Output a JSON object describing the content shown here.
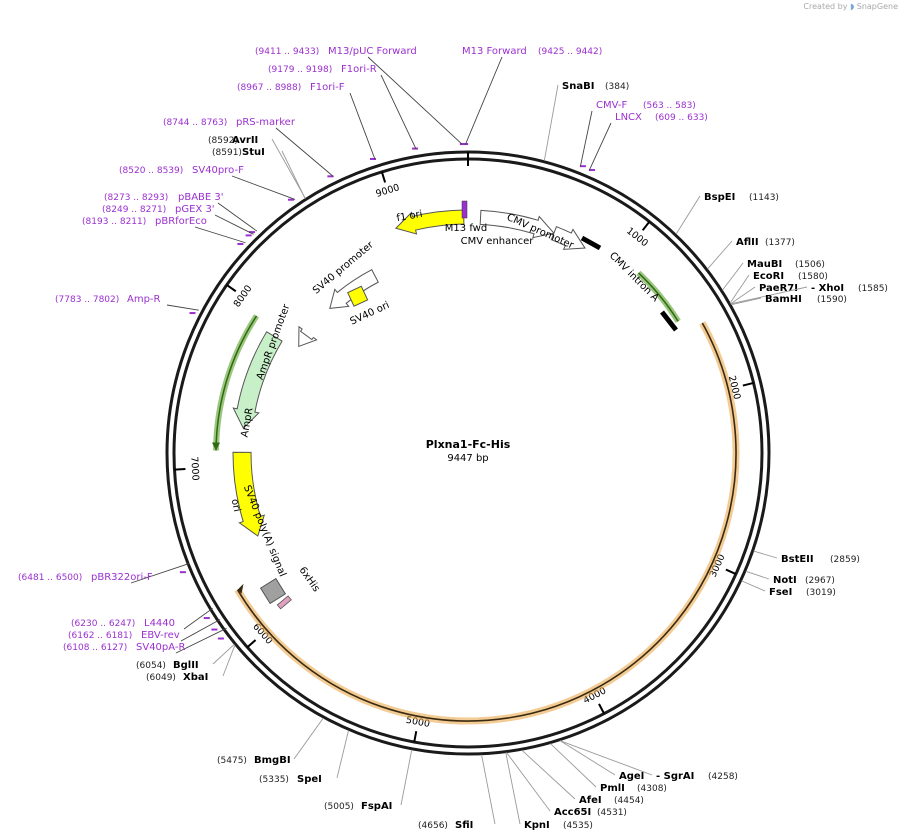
{
  "credit": {
    "prefix": "Created by",
    "brand": "SnapGene"
  },
  "plasmid": {
    "name": "Plxna1-Fc-His",
    "length_label": "9447 bp",
    "length": 9447
  },
  "colors": {
    "primer": "#9b30d0",
    "site": "#000000",
    "amp": "#c8f0c8",
    "amp_stroke": "#5aa02c",
    "ori": "#ffff00",
    "insert": "#e9a03c",
    "cmv_promoter": "#ffffff",
    "polyA": "#a0a0a0",
    "his": "#e0a0c0"
  },
  "ticks": [
    "1000",
    "2000",
    "3000",
    "4000",
    "5000",
    "6000",
    "7000",
    "8000",
    "9000"
  ],
  "sites": [
    {
      "name": "SnaBI",
      "pos": "(384)"
    },
    {
      "name": "BspEI",
      "pos": "(1143)"
    },
    {
      "name": "AflII",
      "pos": "(1377)"
    },
    {
      "name": "MauBI",
      "pos": "(1506)"
    },
    {
      "name": "EcoRI",
      "pos": "(1580)"
    },
    {
      "name": "PaeR7I",
      "pos": ""
    },
    {
      "name": "- XhoI",
      "pos": "(1585)"
    },
    {
      "name": "BamHI",
      "pos": "(1590)"
    },
    {
      "name": "BstEII",
      "pos": "(2859)"
    },
    {
      "name": "NotI",
      "pos": "(2967)"
    },
    {
      "name": "FseI",
      "pos": "(3019)"
    },
    {
      "name": "AgeI",
      "pos": ""
    },
    {
      "name": "- SgrAI",
      "pos": "(4258)"
    },
    {
      "name": "PmlI",
      "pos": "(4308)"
    },
    {
      "name": "AfeI",
      "pos": "(4454)"
    },
    {
      "name": "Acc65I",
      "pos": "(4531)"
    },
    {
      "name": "KpnI",
      "pos": "(4535)"
    },
    {
      "name": "SfiI",
      "pos": "(4656)"
    },
    {
      "name": "FspAI",
      "pos": "(5005)"
    },
    {
      "name": "SpeI",
      "pos": "(5335)"
    },
    {
      "name": "BmgBI",
      "pos": "(5475)"
    },
    {
      "name": "BglII",
      "pos": "(6054)"
    },
    {
      "name": "XbaI",
      "pos": "(6049)"
    },
    {
      "name": "AvrII",
      "pos": "(8592)"
    },
    {
      "name": "StuI",
      "pos": "(8591)"
    }
  ],
  "primers": [
    {
      "name": "M13/pUC Forward",
      "range": "(9411 .. 9433)"
    },
    {
      "name": "M13 Forward",
      "range": "(9425 .. 9442)"
    },
    {
      "name": "F1ori-R",
      "range": "(9179 .. 9198)"
    },
    {
      "name": "F1ori-F",
      "range": "(8967 .. 8988)"
    },
    {
      "name": "pRS-marker",
      "range": "(8744 .. 8763)"
    },
    {
      "name": "SV40pro-F",
      "range": "(8520 .. 8539)"
    },
    {
      "name": "pBABE 3'",
      "range": "(8273 .. 8293)"
    },
    {
      "name": "pGEX 3'",
      "range": "(8249 .. 8271)"
    },
    {
      "name": "pBRforEco",
      "range": "(8193 .. 8211)"
    },
    {
      "name": "Amp-R",
      "range": "(7783 .. 7802)"
    },
    {
      "name": "pBR322ori-F",
      "range": "(6481 .. 6500)"
    },
    {
      "name": "L4440",
      "range": "(6230 .. 6247)"
    },
    {
      "name": "EBV-rev",
      "range": "(6162 .. 6181)"
    },
    {
      "name": "SV40pA-R",
      "range": "(6108 .. 6127)"
    },
    {
      "name": "CMV-F",
      "range": "(563 .. 583)"
    },
    {
      "name": "LNCX",
      "range": "(609 .. 633)"
    }
  ],
  "features": [
    {
      "name": "M13 fwd"
    },
    {
      "name": "CMV enhancer"
    },
    {
      "name": "CMV promoter"
    },
    {
      "name": "CMV intron A"
    },
    {
      "name": "f1 ori"
    },
    {
      "name": "SV40 promoter"
    },
    {
      "name": "SV40 ori"
    },
    {
      "name": "AmpR promoter"
    },
    {
      "name": "AmpR"
    },
    {
      "name": "ori"
    },
    {
      "name": "SV40 poly(A) signal"
    },
    {
      "name": "6xHis"
    }
  ]
}
